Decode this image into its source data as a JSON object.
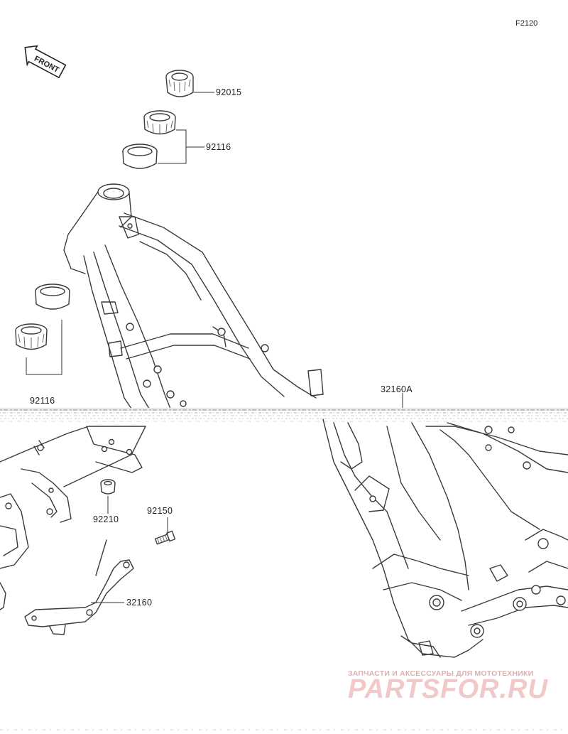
{
  "figure": {
    "code": "F2120"
  },
  "direction_badge": {
    "label": "FRONT"
  },
  "parts": [
    {
      "number": "92015"
    },
    {
      "number": "92116"
    },
    {
      "number": "92116"
    },
    {
      "number": "32160A"
    },
    {
      "number": "92210"
    },
    {
      "number": "92150"
    },
    {
      "number": "32160"
    }
  ],
  "watermark": {
    "tagline": "ЗАПЧАСТИ И АКСЕССУАРЫ ДЛЯ МОТОТЕХНИКИ",
    "brand": "PARTSFOR.RU",
    "color": "#e9b8b8"
  }
}
